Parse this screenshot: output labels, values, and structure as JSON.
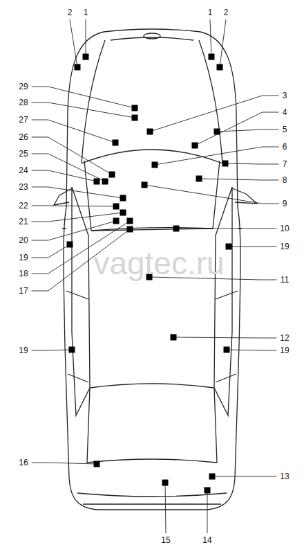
{
  "diagram": {
    "labels": [
      "2",
      "1",
      "1",
      "2",
      "29",
      "28",
      "27",
      "26",
      "25",
      "24",
      "23",
      "22",
      "21",
      "20",
      "19",
      "18",
      "17",
      "19",
      "16",
      "3",
      "4",
      "5",
      "6",
      "7",
      "8",
      "9",
      "10",
      "19",
      "11",
      "12",
      "19",
      "13",
      "15",
      "14",
      "vagtec.ru"
    ]
  }
}
